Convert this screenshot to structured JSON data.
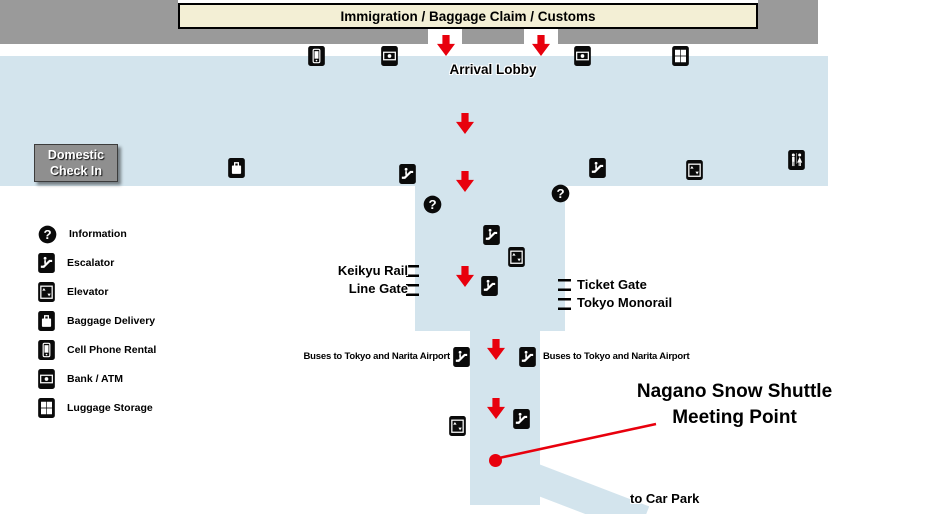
{
  "banner": {
    "label": "Immigration / Baggage Claim / Customs"
  },
  "lobby": {
    "label": "Arrival Lobby"
  },
  "domestic_check_in": {
    "line1": "Domestic",
    "line2": "Check In"
  },
  "keikyu": {
    "line1": "Keikyu Rail",
    "line2": "Line Gate"
  },
  "monorail": {
    "line1": "Ticket Gate",
    "line2": "Tokyo Monorail"
  },
  "buses_left": {
    "label": "Buses to Tokyo and Narita Airport"
  },
  "buses_right": {
    "label": "Buses to Tokyo and Narita Airport"
  },
  "meeting_point": {
    "line1": "Nagano Snow Shuttle",
    "line2": "Meeting Point"
  },
  "car_park": {
    "label": "to Car Park"
  },
  "legend": {
    "items": [
      {
        "icon": "information-icon",
        "label": "Information"
      },
      {
        "icon": "escalator-icon",
        "label": "Escalator"
      },
      {
        "icon": "elevator-icon",
        "label": "Elevator"
      },
      {
        "icon": "baggage-delivery-icon",
        "label": "Baggage Delivery"
      },
      {
        "icon": "cell-phone-rental-icon",
        "label": "Cell Phone Rental"
      },
      {
        "icon": "bank-atm-icon",
        "label": "Bank / ATM"
      },
      {
        "icon": "luggage-storage-icon",
        "label": "Luggage Storage"
      }
    ]
  },
  "icons": {
    "information-icon": "black-circle-white-question-mark",
    "escalator-icon": "escalator-pictogram",
    "elevator-icon": "elevator-pictogram",
    "baggage-delivery-icon": "suitcase-pictogram",
    "cell-phone-rental-icon": "mobile-phone-pictogram",
    "bank-atm-icon": "banknote-pictogram",
    "luggage-storage-icon": "lockers-pictogram",
    "restroom-icon": "male-female-pictogram",
    "route-arrow-icon": "red-down-arrow",
    "meeting-point-dot": "red-dot"
  },
  "colors": {
    "floor": "#d3e4ed",
    "banner_bg": "#f3efd5",
    "gray_zone": "#9a9a9a",
    "red": "#e8000d",
    "icon_black": "#0a0a0a"
  }
}
